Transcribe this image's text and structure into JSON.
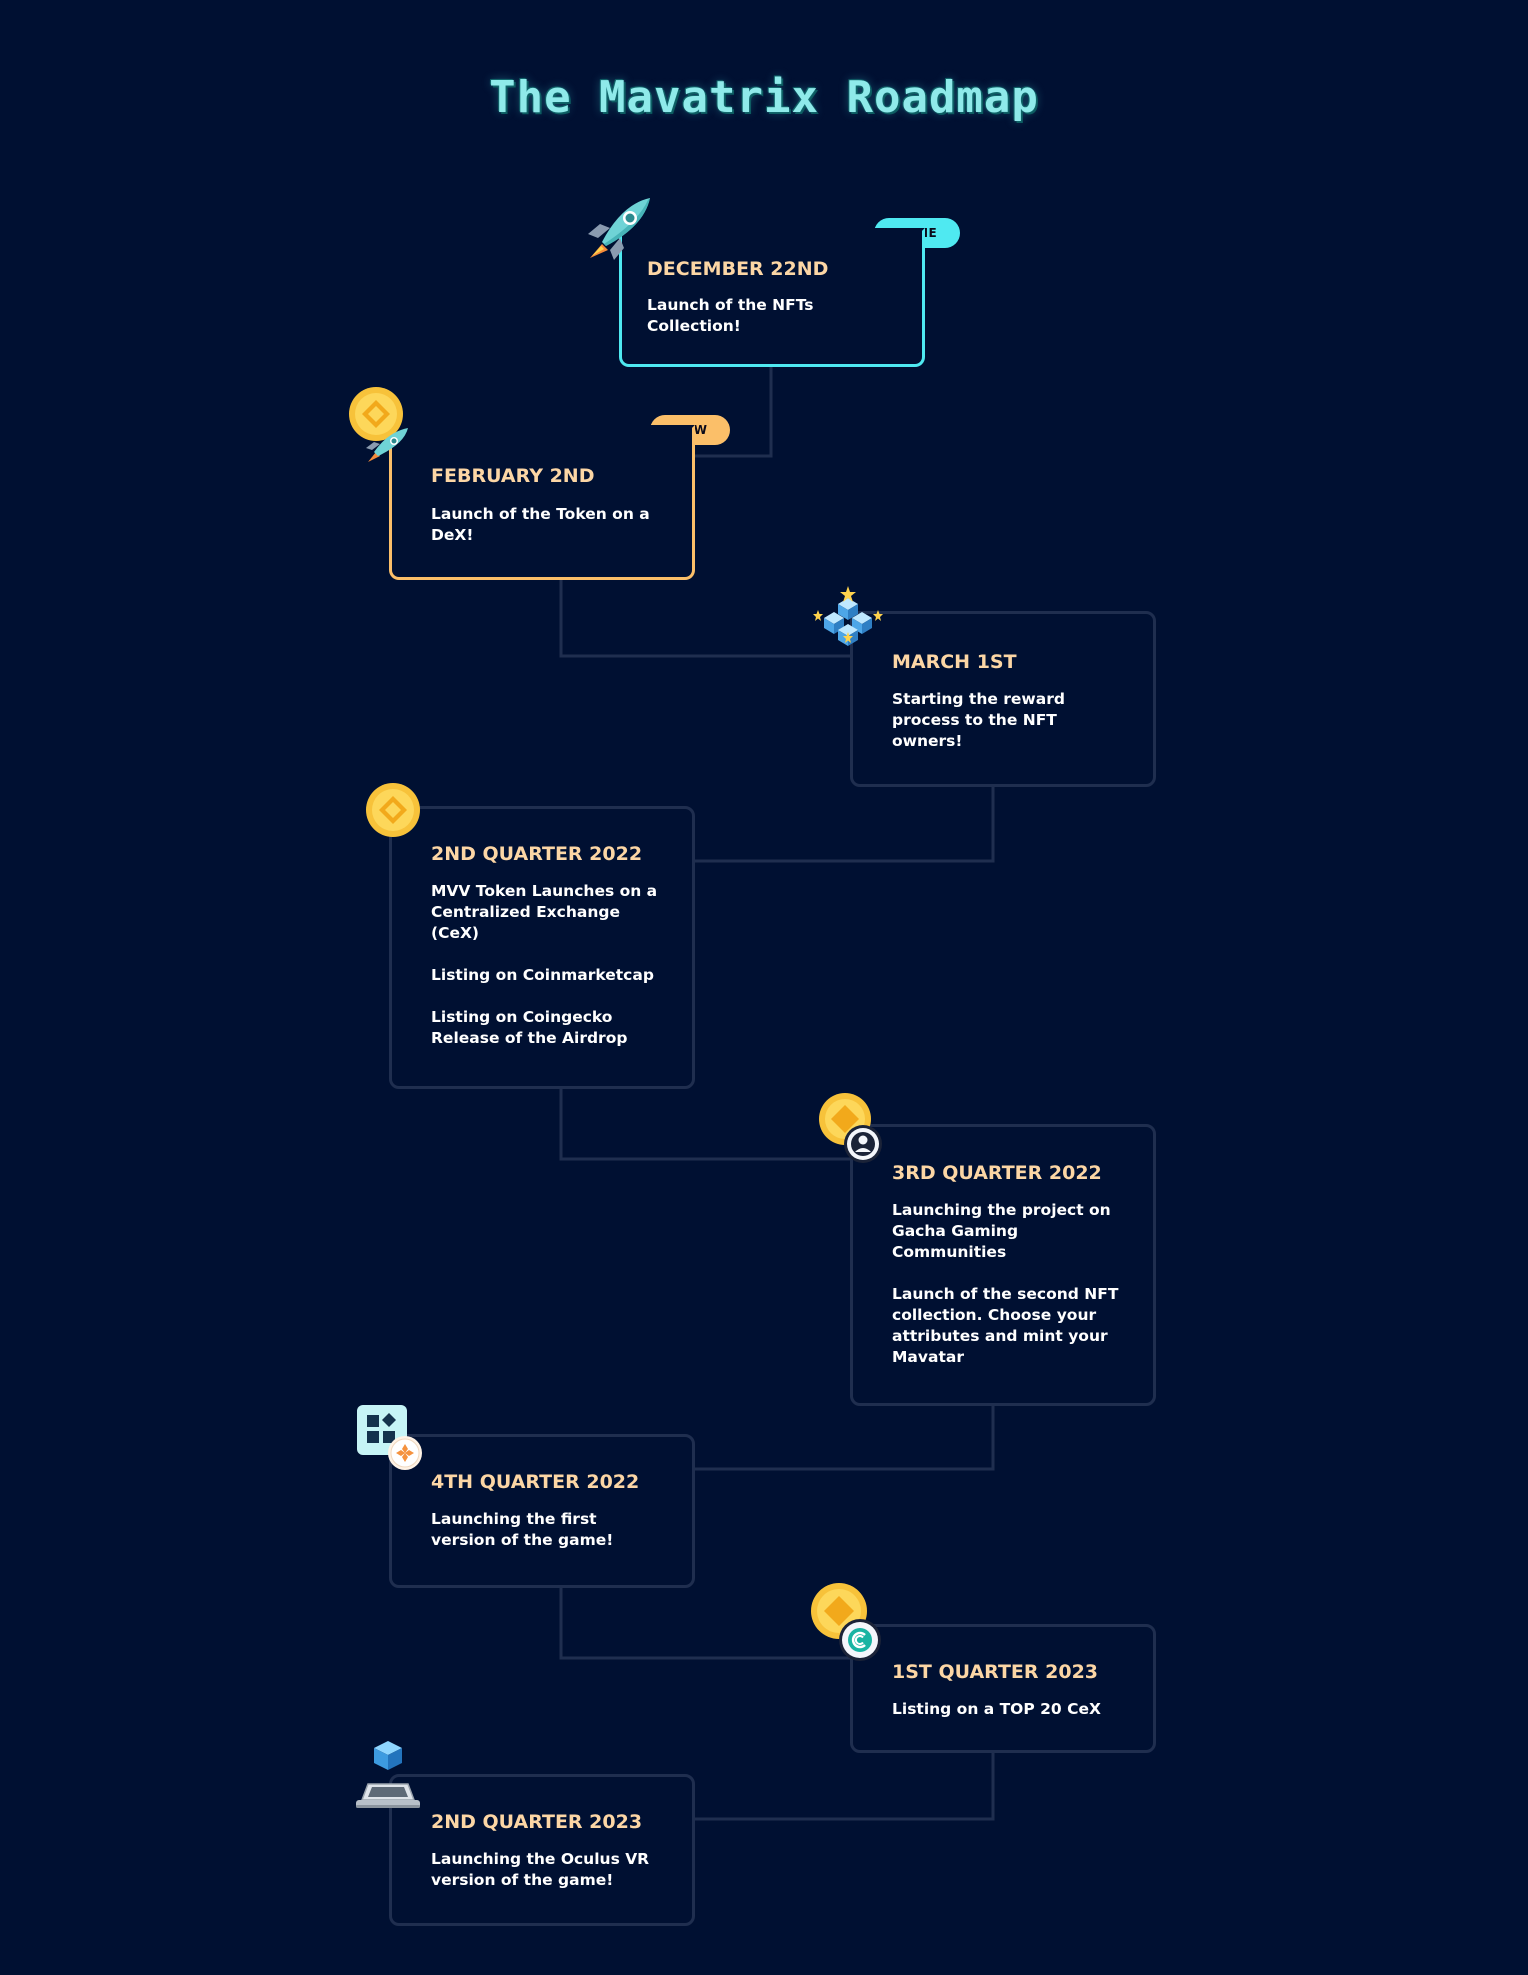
{
  "title": "The Mavatrix Roadmap",
  "colors": {
    "background": "#001032",
    "done_accent": "#4fe9f1",
    "now_accent": "#fbbf69",
    "card_border": "#1f2e4f",
    "date_color": "#fcd6a5"
  },
  "milestones": [
    {
      "date": "DECEMBER 22ND",
      "description": "Launch of the NFTs\nCollection!",
      "status": "DONE",
      "icon": "rocket-icon"
    },
    {
      "date": "FEBRUARY 2ND",
      "description": "Launch of the Token on a\nDeX!",
      "status": "NOW",
      "icon": "coin-rocket-icon"
    },
    {
      "date": "MARCH 1ST",
      "description": "Starting the reward\nprocess to the NFT\nowners!",
      "icon": "blocks-icon"
    },
    {
      "date": "2ND QUARTER 2022",
      "description": "MVV Token Launches on a\nCentralized Exchange\n(CeX)\n\nListing on Coinmarketcap\n\nListing on Coingecko\nRelease of the Airdrop",
      "icon": "coin-icon"
    },
    {
      "date": "3RD QUARTER 2022",
      "description": "Launching the project on\nGacha Gaming\nCommunities\n\nLaunch of the second NFT\ncollection. Choose your\nattributes and mint your\nMavatar",
      "icon": "coin-user-icon"
    },
    {
      "date": "4TH QUARTER 2022",
      "description": "Launching the first\nversion of the game!",
      "icon": "game-apps-icon"
    },
    {
      "date": "1ST QUARTER 2023",
      "description": "Listing on a TOP 20 CeX",
      "icon": "coin-exchange-icon"
    },
    {
      "date": "2ND QUARTER 2023",
      "description": "Launching the Oculus VR\nversion of the game!",
      "icon": "cube-laptop-icon"
    }
  ]
}
